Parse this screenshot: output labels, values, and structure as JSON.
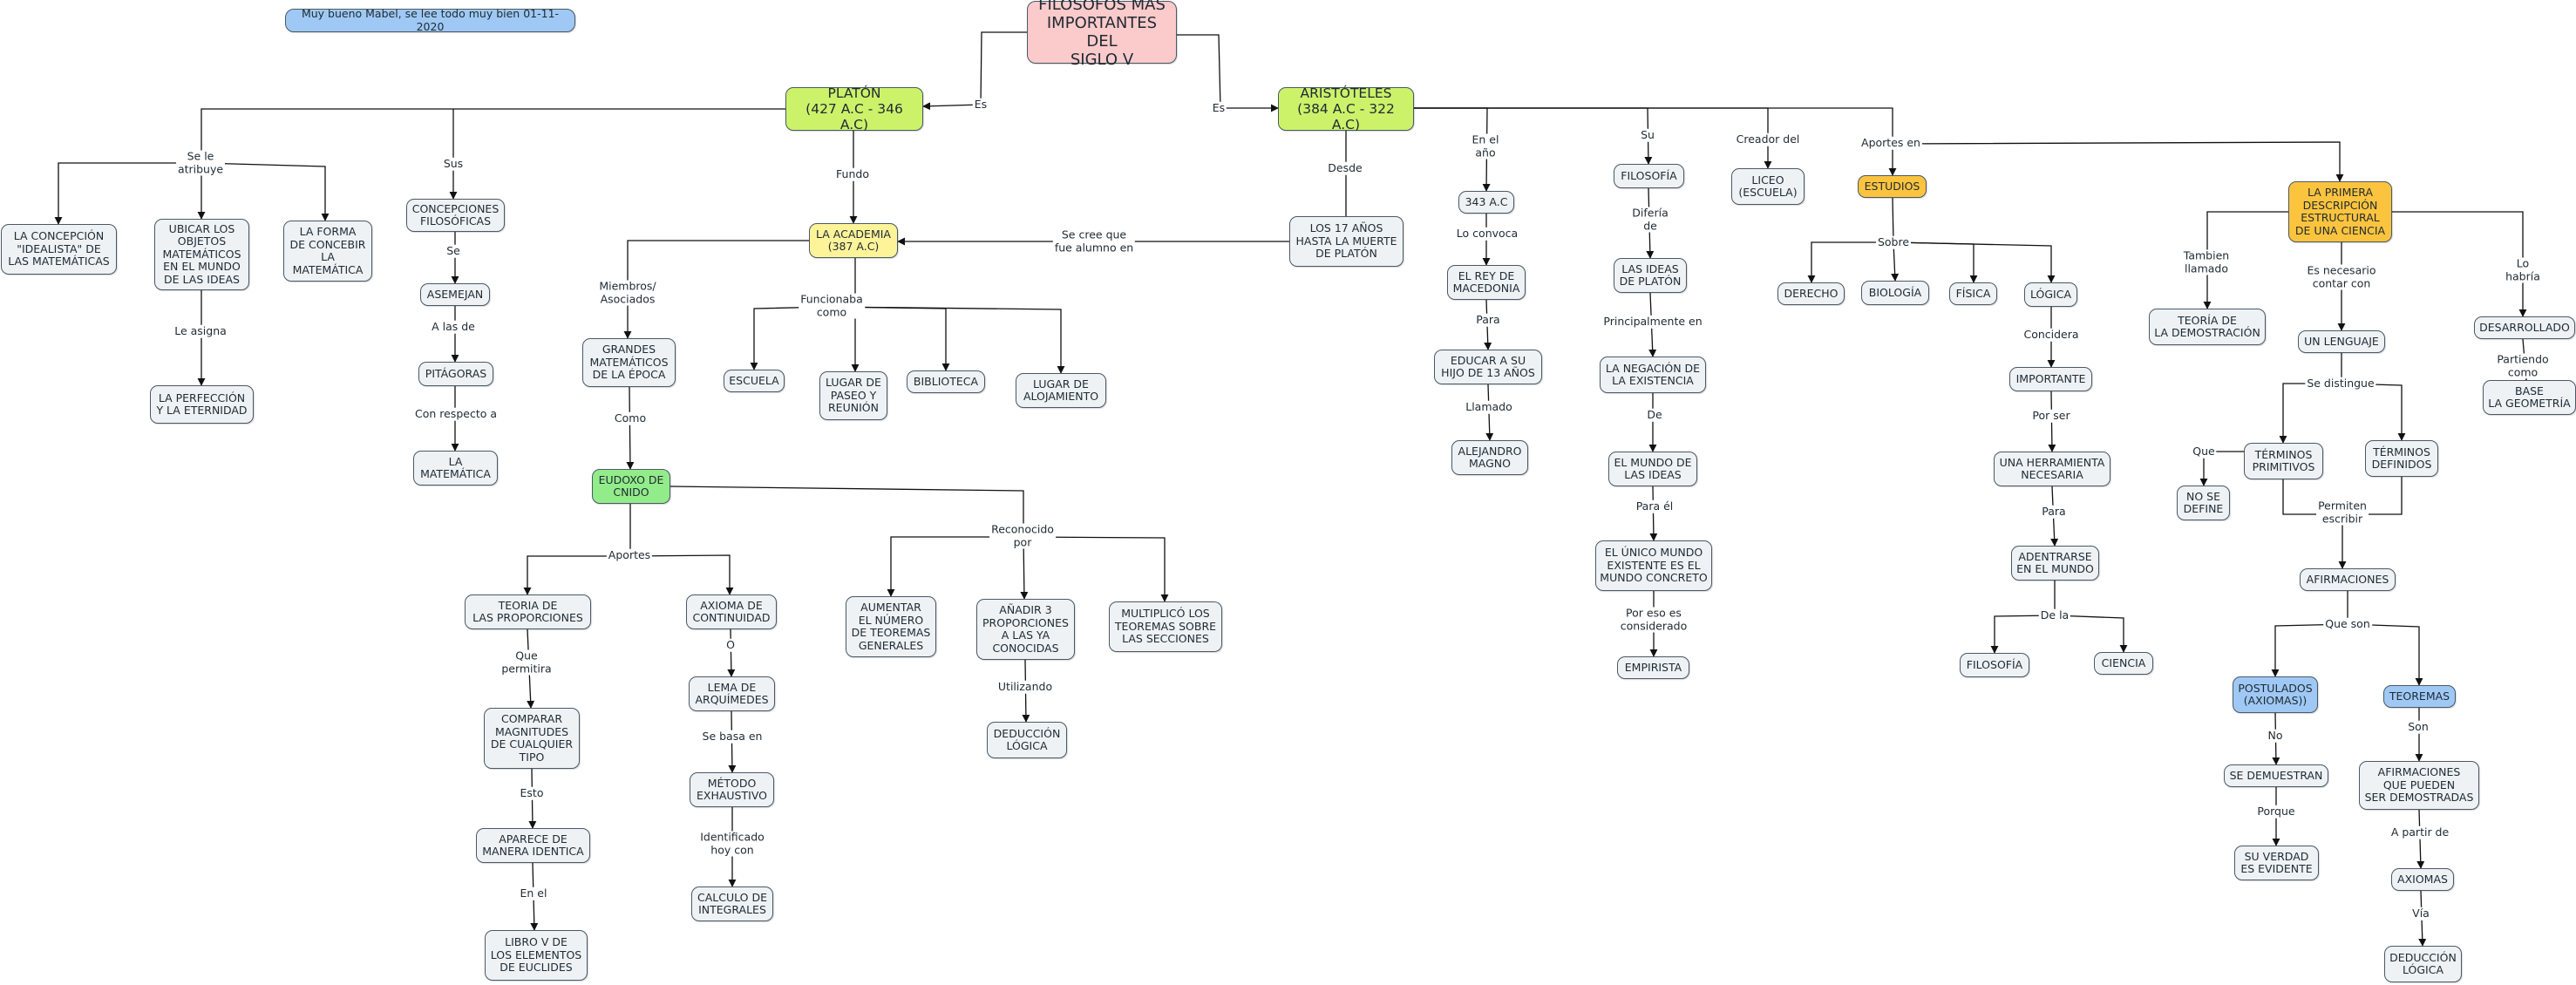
{
  "colors": {
    "default": "#eef2f5",
    "root": "#fbcaca",
    "lime": "#ccf26a",
    "yellow": "#fdf49a",
    "green": "#93ec8a",
    "orange": "#fcc43e",
    "blue": "#9fc9f4",
    "line": "#111111"
  },
  "nodes": [
    {
      "id": "note",
      "text": "Muy bueno Mabel, se lee todo muy bien 01-11-2020",
      "color": "blue"
    },
    {
      "id": "root",
      "text": "FILÓSOFOS MÁS\nIMPORTANTES DEL\nSIGLO V",
      "color": "root"
    },
    {
      "id": "platon",
      "text": "PLATÓN\n(427 A.C - 346 A.C)",
      "color": "lime"
    },
    {
      "id": "aristoteles",
      "text": "ARISTÓTELES\n(384 A.C - 322 A.C)",
      "color": "lime"
    },
    {
      "id": "concepcion",
      "text": "LA CONCEPCIÓN\n\"IDEALISTA\" DE\nLAS MATEMÁTICAS"
    },
    {
      "id": "ubicar",
      "text": "UBICAR LOS\nOBJETOS\nMATEMÁTICOS\nEN EL MUNDO\nDE LAS IDEAS"
    },
    {
      "id": "forma",
      "text": "LA FORMA\nDE CONCEBIR\nLA\nMATEMÁTICA"
    },
    {
      "id": "perfeccion",
      "text": "LA PERFECCIÓN\nY LA ETERNIDAD"
    },
    {
      "id": "concepciones",
      "text": "CONCEPCIONES\nFILOSÓFICAS"
    },
    {
      "id": "asemejan",
      "text": "ASEMEJAN"
    },
    {
      "id": "pitagoras",
      "text": "PITÁGORAS"
    },
    {
      "id": "lamatematica",
      "text": "LA\nMATEMÁTICA"
    },
    {
      "id": "academia",
      "text": "LA ACADEMIA\n(387 A.C)",
      "color": "yellow"
    },
    {
      "id": "grandes",
      "text": "GRANDES\nMATEMÁTICOS\nDE LA ÉPOCA"
    },
    {
      "id": "escuela",
      "text": "ESCUELA"
    },
    {
      "id": "paseo",
      "text": "LUGAR DE\nPASEO Y\nREUNIÓN"
    },
    {
      "id": "biblioteca",
      "text": "BIBLIOTECA"
    },
    {
      "id": "alojamiento",
      "text": "LUGAR DE\nALOJAMIENTO"
    },
    {
      "id": "eudoxo",
      "text": "EUDOXO DE\nCNIDO",
      "color": "green"
    },
    {
      "id": "teoria",
      "text": "TEORIA DE\nLAS PROPORCIONES"
    },
    {
      "id": "axioma",
      "text": "AXIOMA DE\nCONTINUIDAD"
    },
    {
      "id": "aumentar",
      "text": "AUMENTAR\nEL NÚMERO\nDE TEOREMAS\nGENERALES"
    },
    {
      "id": "anadir",
      "text": "AÑADIR 3\nPROPORCIONES\nA LAS YA\nCONOCIDAS"
    },
    {
      "id": "multiplico",
      "text": "MULTIPLICÓ LOS\nTEOREMAS SOBRE\nLAS SECCIONES"
    },
    {
      "id": "comparar",
      "text": "COMPARAR\nMAGNITUDES\nDE CUALQUIER\nTIPO"
    },
    {
      "id": "lema",
      "text": "LEMA DE\nARQUÍMEDES"
    },
    {
      "id": "deduccion1",
      "text": "DEDUCCIÓN\nLÓGICA"
    },
    {
      "id": "aparece",
      "text": "APARECE DE\nMANERA IDENTICA"
    },
    {
      "id": "metodo",
      "text": "MÉTODO\nEXHAUSTIVO"
    },
    {
      "id": "libro",
      "text": "LIBRO V DE\nLOS ELEMENTOS\nDE EUCLIDES"
    },
    {
      "id": "calculo",
      "text": "CALCULO DE\nINTEGRALES"
    },
    {
      "id": "anos17",
      "text": "LOS 17 AÑOS\nHASTA LA MUERTE\nDE PLATÓN"
    },
    {
      "id": "a343",
      "text": "343 A.C"
    },
    {
      "id": "rey",
      "text": "EL REY DE\nMACEDONIA"
    },
    {
      "id": "educar",
      "text": "EDUCAR A SU\nHIJO DE 13 AÑOS"
    },
    {
      "id": "alejandro",
      "text": "ALEJANDRO\nMAGNO"
    },
    {
      "id": "filosofia",
      "text": "FILOSOFÍA"
    },
    {
      "id": "ideas",
      "text": "LAS IDEAS\nDE PLATÓN"
    },
    {
      "id": "negacion",
      "text": "LA NEGACIÓN DE\nLA EXISTENCIA"
    },
    {
      "id": "mundoideas",
      "text": "EL MUNDO DE\nLAS IDEAS"
    },
    {
      "id": "unico",
      "text": "EL ÚNICO MUNDO\nEXISTENTE ES EL\nMUNDO CONCRETO"
    },
    {
      "id": "empirista",
      "text": "EMPIRISTA"
    },
    {
      "id": "liceo",
      "text": "LICEO\n(ESCUELA)"
    },
    {
      "id": "estudios",
      "text": "ESTUDIOS",
      "color": "orange"
    },
    {
      "id": "derecho",
      "text": "DERECHO"
    },
    {
      "id": "biologia",
      "text": "BIOLOGÍA"
    },
    {
      "id": "fisica",
      "text": "FÍSICA"
    },
    {
      "id": "logica",
      "text": "LÓGICA"
    },
    {
      "id": "importante",
      "text": "IMPORTANTE"
    },
    {
      "id": "herramienta",
      "text": "UNA HERRAMIENTA\nNECESARIA"
    },
    {
      "id": "adentrarse",
      "text": "ADENTRARSE\nEN EL MUNDO"
    },
    {
      "id": "filosofia2",
      "text": "FILOSOFÍA"
    },
    {
      "id": "ciencia",
      "text": "CIENCIA"
    },
    {
      "id": "primera",
      "text": "LA PRIMERA\nDESCRIPCIÓN\nESTRUCTURAL\nDE UNA CIENCIA",
      "color": "orange"
    },
    {
      "id": "demostracion",
      "text": "TEORÍA DE\nLA DEMOSTRACIÓN"
    },
    {
      "id": "lenguaje",
      "text": "UN LENGUAJE"
    },
    {
      "id": "desarrollado",
      "text": "DESARROLLADO"
    },
    {
      "id": "base",
      "text": "BASE\nLA GEOMETRÍA"
    },
    {
      "id": "primitivos",
      "text": "TÉRMINOS\nPRIMITIVOS"
    },
    {
      "id": "definidos",
      "text": "TÉRMINOS\nDEFINIDOS"
    },
    {
      "id": "nosedefine",
      "text": "NO SE\nDEFINE"
    },
    {
      "id": "afirmaciones",
      "text": "AFIRMACIONES"
    },
    {
      "id": "postulados",
      "text": "POSTULADOS\n(AXIOMAS))",
      "color": "blue"
    },
    {
      "id": "teoremas",
      "text": "TEOREMAS",
      "color": "blue"
    },
    {
      "id": "sedemuestran",
      "text": "SE DEMUESTRAN"
    },
    {
      "id": "afirmacionesque",
      "text": "AFIRMACIONES\nQUE PUEDEN\nSER DEMOSTRADAS"
    },
    {
      "id": "verdad",
      "text": "SU VERDAD\nES EVIDENTE"
    },
    {
      "id": "axiomas",
      "text": "AXIOMAS"
    },
    {
      "id": "deduccion2",
      "text": "DEDUCCIÓN\nLÓGICA"
    }
  ],
  "edge_labels": [
    {
      "id": "es_left",
      "text": "Es"
    },
    {
      "id": "es_right",
      "text": "Es"
    },
    {
      "id": "se_le_atribuye",
      "text": "Se le\natribuye"
    },
    {
      "id": "sus",
      "text": "Sus"
    },
    {
      "id": "le_asigna",
      "text": "Le asigna"
    },
    {
      "id": "se",
      "text": "Se"
    },
    {
      "id": "a_las_de",
      "text": "A las de"
    },
    {
      "id": "con_respecto_a",
      "text": "Con respecto a"
    },
    {
      "id": "fundo",
      "text": "Fundo"
    },
    {
      "id": "se_cree_que",
      "text": "Se cree que\nfue alumno en"
    },
    {
      "id": "desde",
      "text": "Desde"
    },
    {
      "id": "miembros",
      "text": "Miembros/\nAsociados"
    },
    {
      "id": "funcionaba",
      "text": "Funcionaba\ncomo"
    },
    {
      "id": "como",
      "text": "Como"
    },
    {
      "id": "aportes",
      "text": "Aportes"
    },
    {
      "id": "reconocido",
      "text": "Reconocido\npor"
    },
    {
      "id": "que_permitia",
      "text": "Que\npermitira"
    },
    {
      "id": "o",
      "text": "O"
    },
    {
      "id": "utilizando",
      "text": "Utilizando"
    },
    {
      "id": "esto",
      "text": "Esto"
    },
    {
      "id": "se_basa_en",
      "text": "Se basa en"
    },
    {
      "id": "en_el",
      "text": "En el"
    },
    {
      "id": "identificado",
      "text": "Identificado\nhoy con"
    },
    {
      "id": "en_el_ano",
      "text": "En el\naño"
    },
    {
      "id": "lo_convoca",
      "text": "Lo convoca"
    },
    {
      "id": "para1",
      "text": "Para"
    },
    {
      "id": "llamado",
      "text": "Llamado"
    },
    {
      "id": "su",
      "text": "Su"
    },
    {
      "id": "diferia",
      "text": "Difería\nde"
    },
    {
      "id": "principalmente",
      "text": "Principalmente en"
    },
    {
      "id": "de1",
      "text": "De"
    },
    {
      "id": "para_el",
      "text": "Para él"
    },
    {
      "id": "por_eso",
      "text": "Por eso es\nconsiderado"
    },
    {
      "id": "creador_del",
      "text": "Creador del"
    },
    {
      "id": "aportes_en",
      "text": "Aportes en"
    },
    {
      "id": "sobre",
      "text": "Sobre"
    },
    {
      "id": "concidera",
      "text": "Concidera"
    },
    {
      "id": "por_ser",
      "text": "Por ser"
    },
    {
      "id": "para2",
      "text": "Para"
    },
    {
      "id": "de_la",
      "text": "De la"
    },
    {
      "id": "tambien_llamado",
      "text": "Tambien\nllamado"
    },
    {
      "id": "es_necesario",
      "text": "Es necesario\ncontar con"
    },
    {
      "id": "lo_habria",
      "text": "Lo habría"
    },
    {
      "id": "partiendo_como",
      "text": "Partiendo como"
    },
    {
      "id": "se_distingue",
      "text": "Se distingue"
    },
    {
      "id": "que1",
      "text": "Que"
    },
    {
      "id": "permiten",
      "text": "Permiten\nescribir"
    },
    {
      "id": "que_son",
      "text": "Que son"
    },
    {
      "id": "no",
      "text": "No"
    },
    {
      "id": "son",
      "text": "Son"
    },
    {
      "id": "porque",
      "text": "Porque"
    },
    {
      "id": "a_partir_de",
      "text": "A partir de"
    },
    {
      "id": "via",
      "text": "Vía"
    }
  ]
}
